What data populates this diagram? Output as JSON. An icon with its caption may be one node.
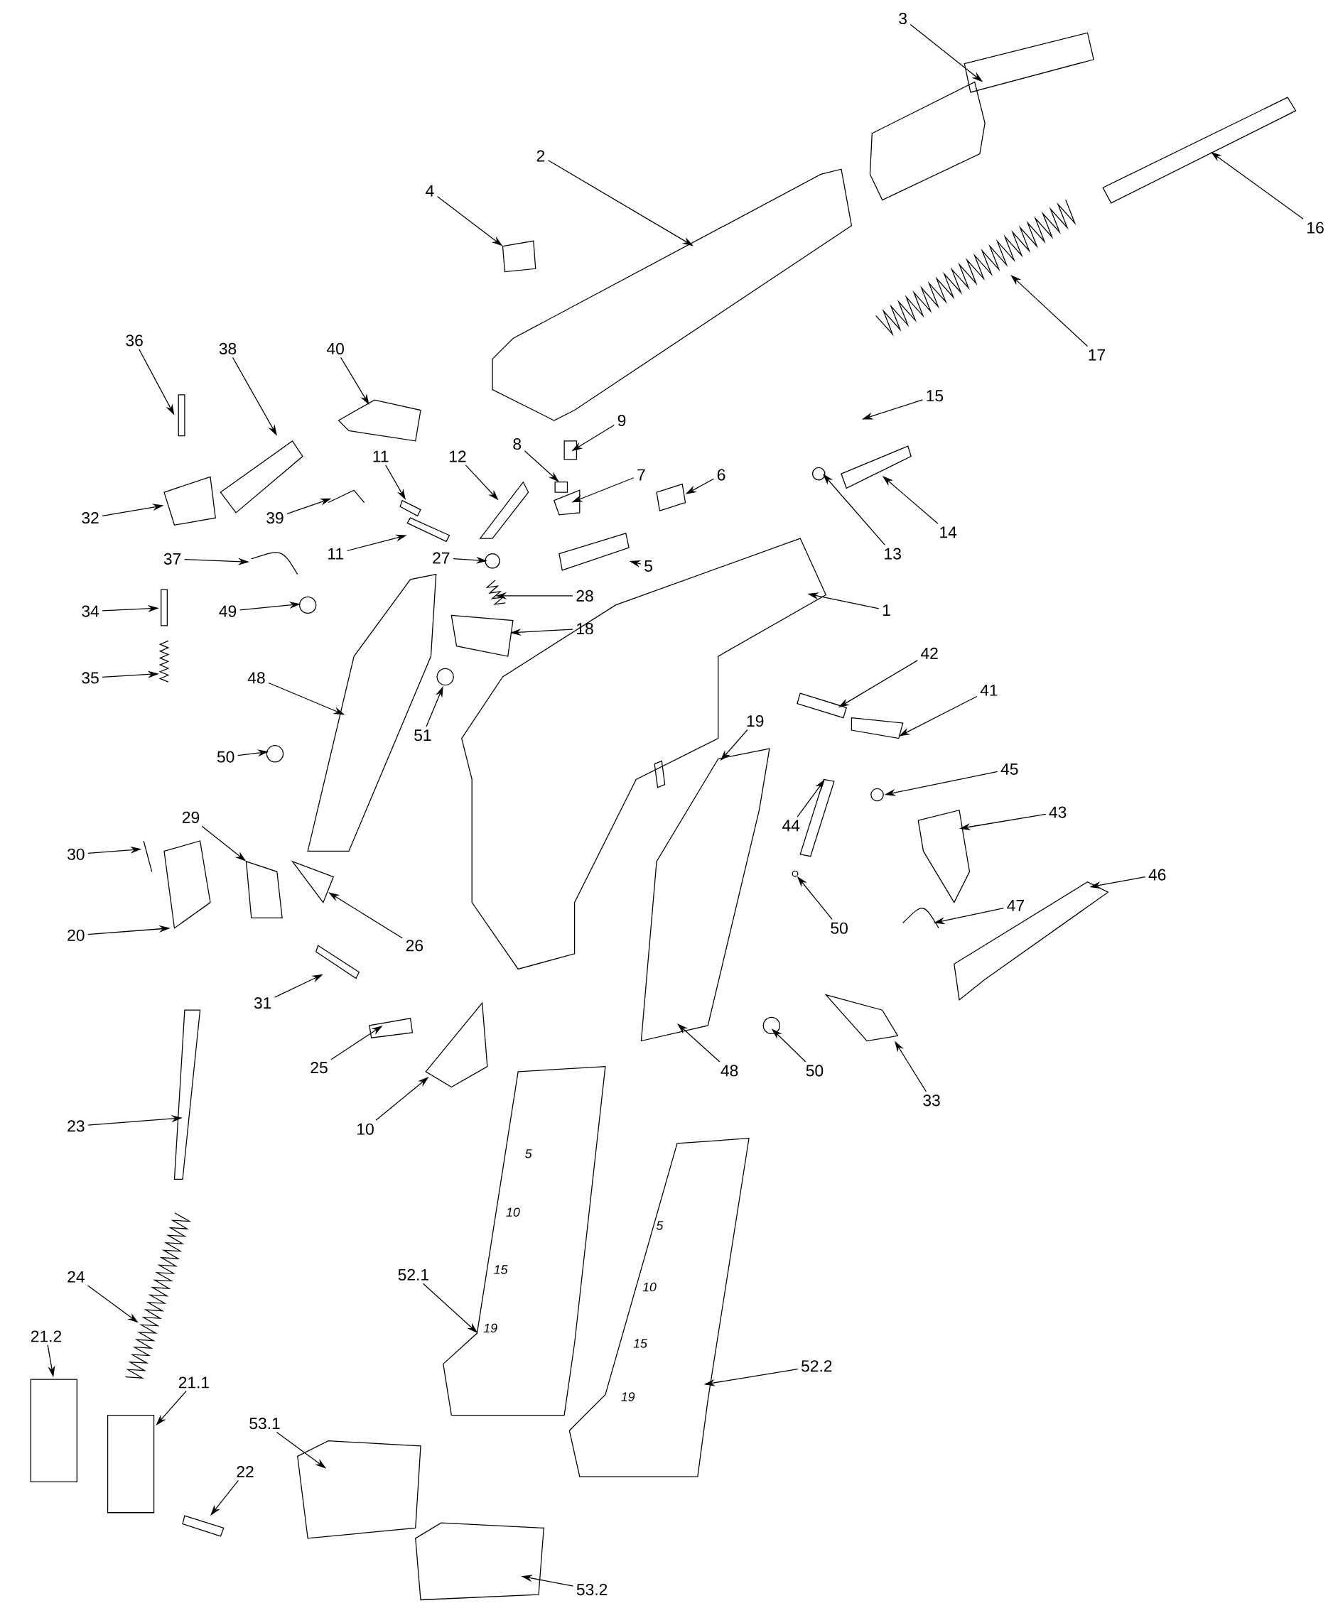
{
  "diagram": {
    "nodes": [
      {
        "text": [
          "3"
        ]
      },
      {
        "text": [
          "2"
        ]
      },
      {
        "text": [
          "4"
        ]
      },
      {
        "text": [
          "16"
        ]
      },
      {
        "text": [
          "17"
        ]
      },
      {
        "text": [
          "36"
        ]
      },
      {
        "text": [
          "38"
        ]
      },
      {
        "text": [
          "40"
        ]
      },
      {
        "text": [
          "15"
        ]
      },
      {
        "text": [
          "9"
        ]
      },
      {
        "text": [
          "8"
        ]
      },
      {
        "text": [
          "11"
        ]
      },
      {
        "text": [
          "12"
        ]
      },
      {
        "text": [
          "7"
        ]
      },
      {
        "text": [
          "6"
        ]
      },
      {
        "text": [
          "32"
        ]
      },
      {
        "text": [
          "39"
        ]
      },
      {
        "text": [
          "11"
        ]
      },
      {
        "text": [
          "13"
        ]
      },
      {
        "text": [
          "14"
        ]
      },
      {
        "text": [
          "27"
        ]
      },
      {
        "text": [
          "5"
        ]
      },
      {
        "text": [
          "37"
        ]
      },
      {
        "text": [
          "28"
        ]
      },
      {
        "text": [
          "34"
        ]
      },
      {
        "text": [
          "49"
        ]
      },
      {
        "text": [
          "18"
        ]
      },
      {
        "text": [
          "1"
        ]
      },
      {
        "text": [
          "35"
        ]
      },
      {
        "text": [
          "48"
        ]
      },
      {
        "text": [
          "51"
        ]
      },
      {
        "text": [
          "42"
        ]
      },
      {
        "text": [
          "41"
        ]
      },
      {
        "text": [
          "50"
        ]
      },
      {
        "text": [
          "19"
        ]
      },
      {
        "text": [
          "45"
        ]
      },
      {
        "text": [
          "44"
        ]
      },
      {
        "text": [
          "43"
        ]
      },
      {
        "text": [
          "30"
        ]
      },
      {
        "text": [
          "29"
        ]
      },
      {
        "text": [
          "46"
        ]
      },
      {
        "text": [
          "26"
        ]
      },
      {
        "text": [
          "20"
        ]
      },
      {
        "text": [
          "50"
        ]
      },
      {
        "text": [
          "47"
        ]
      },
      {
        "text": [
          "31"
        ]
      },
      {
        "text": [
          "25"
        ]
      },
      {
        "text": [
          "48"
        ]
      },
      {
        "text": [
          "50"
        ]
      },
      {
        "text": [
          "33"
        ]
      },
      {
        "text": [
          "10"
        ]
      },
      {
        "text": [
          "23"
        ]
      },
      {
        "text": [
          "24"
        ]
      },
      {
        "text": [
          "52.1"
        ]
      },
      {
        "text": [
          "52.2"
        ]
      },
      {
        "text": [
          "21.2"
        ]
      },
      {
        "text": [
          "21.1"
        ]
      },
      {
        "text": [
          "53.1"
        ]
      },
      {
        "text": [
          "22"
        ]
      },
      {
        "text": [
          "53.2"
        ]
      },
      {
        "text": [],
        "shape": "box"
      },
      {
        "text": [],
        "shape": "box"
      },
      {
        "text": [],
        "shape": "box"
      },
      {
        "text": [],
        "shape": "circle"
      },
      {
        "text": [],
        "shape": "box"
      },
      {
        "text": [],
        "shape": "box"
      }
    ],
    "edges": [
      {
        "from": 0,
        "to": null,
        "arrow": "to"
      },
      {
        "from": 1,
        "to": null,
        "arrow": "to"
      },
      {
        "from": 2,
        "to": null,
        "arrow": "to"
      },
      {
        "from": 3,
        "to": null,
        "arrow": "to"
      },
      {
        "from": 4,
        "to": null,
        "arrow": "to"
      },
      {
        "from": 5,
        "to": null,
        "arrow": "to"
      },
      {
        "from": 6,
        "to": null,
        "arrow": "to"
      },
      {
        "from": 7,
        "to": null,
        "arrow": "to"
      },
      {
        "from": 8,
        "to": null,
        "arrow": "to"
      },
      {
        "from": 9,
        "to": null,
        "arrow": "to"
      },
      {
        "from": 10,
        "to": null,
        "arrow": "to"
      },
      {
        "from": 11,
        "to": 65,
        "arrow": "to"
      },
      {
        "from": 12,
        "to": null,
        "arrow": "to"
      },
      {
        "from": 13,
        "to": null,
        "arrow": "to"
      },
      {
        "from": 14,
        "to": null,
        "arrow": "to"
      },
      {
        "from": 15,
        "to": 60,
        "arrow": "to"
      },
      {
        "from": 16,
        "to": null,
        "arrow": "to"
      },
      {
        "from": 17,
        "to": 61,
        "arrow": "to"
      },
      {
        "from": 18,
        "to": null,
        "arrow": "to"
      },
      {
        "from": 19,
        "to": null,
        "arrow": "to"
      },
      {
        "from": 20,
        "to": null,
        "arrow": "to"
      },
      {
        "from": 21,
        "to": 62,
        "arrow": "to"
      },
      {
        "from": 22,
        "to": null,
        "arrow": "to"
      },
      {
        "from": 23,
        "to": null,
        "arrow": "to"
      },
      {
        "from": 24,
        "to": null,
        "arrow": "to"
      },
      {
        "from": 25,
        "to": null,
        "arrow": "to"
      },
      {
        "from": 26,
        "to": null,
        "arrow": "to"
      },
      {
        "from": 27,
        "to": null,
        "arrow": "to"
      },
      {
        "from": 28,
        "to": null,
        "arrow": "to"
      },
      {
        "from": 29,
        "to": null,
        "arrow": "to"
      },
      {
        "from": 30,
        "to": null,
        "arrow": "to"
      },
      {
        "from": 31,
        "to": null,
        "arrow": "to"
      },
      {
        "from": 32,
        "to": null,
        "arrow": "to"
      },
      {
        "from": 33,
        "to": null,
        "arrow": "to"
      },
      {
        "from": 34,
        "to": null,
        "arrow": "to"
      },
      {
        "from": 35,
        "to": null,
        "arrow": "to"
      },
      {
        "from": 36,
        "to": null,
        "arrow": "to"
      },
      {
        "from": 37,
        "to": null,
        "arrow": "to"
      },
      {
        "from": 38,
        "to": null,
        "arrow": "to"
      },
      {
        "from": 39,
        "to": null,
        "arrow": "to"
      },
      {
        "from": 40,
        "to": null,
        "arrow": "to"
      },
      {
        "from": 41,
        "to": null,
        "arrow": "to"
      },
      {
        "from": 42,
        "to": null,
        "arrow": "to"
      },
      {
        "from": 43,
        "to": 63,
        "arrow": "to"
      },
      {
        "from": 44,
        "to": null,
        "arrow": "to"
      },
      {
        "from": 45,
        "to": null,
        "arrow": "to"
      },
      {
        "from": 46,
        "to": null,
        "arrow": "to"
      },
      {
        "from": 47,
        "to": null,
        "arrow": "to"
      },
      {
        "from": 48,
        "to": null,
        "arrow": "to"
      },
      {
        "from": 49,
        "to": null,
        "arrow": "to"
      },
      {
        "from": 50,
        "to": null,
        "arrow": "to"
      },
      {
        "from": 51,
        "to": null,
        "arrow": "to"
      },
      {
        "from": 52,
        "to": null,
        "arrow": "to"
      },
      {
        "from": 53,
        "to": 64,
        "arrow": "to"
      },
      {
        "from": 54,
        "to": null,
        "arrow": "to"
      },
      {
        "from": 55,
        "to": null,
        "arrow": "to"
      },
      {
        "from": 56,
        "to": null,
        "arrow": "to"
      },
      {
        "from": 57,
        "to": null,
        "arrow": "to"
      },
      {
        "from": 58,
        "to": null,
        "arrow": "to"
      },
      {
        "from": 59,
        "to": null,
        "arrow": "to"
      }
    ],
    "labels": [
      "5",
      "10",
      "15",
      "19",
      "5",
      "10",
      "15",
      "19"
    ]
  }
}
